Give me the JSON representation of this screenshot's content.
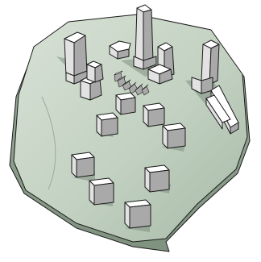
{
  "scene": {
    "kind": "isometric-city-site-model",
    "terrain_fill_color": "#c5d3c3",
    "terrain_shade_color": "#a9bba9",
    "building_top_color": "#ffffff",
    "building_left_color": "#e2e2e2",
    "building_right_color": "#a9a9a9",
    "shadow_color": "#6f8172",
    "counts": {
      "small_cube_blocks": 9,
      "towers": 5,
      "low_rise_blocks": 3,
      "crescent_arcade": 1
    }
  }
}
